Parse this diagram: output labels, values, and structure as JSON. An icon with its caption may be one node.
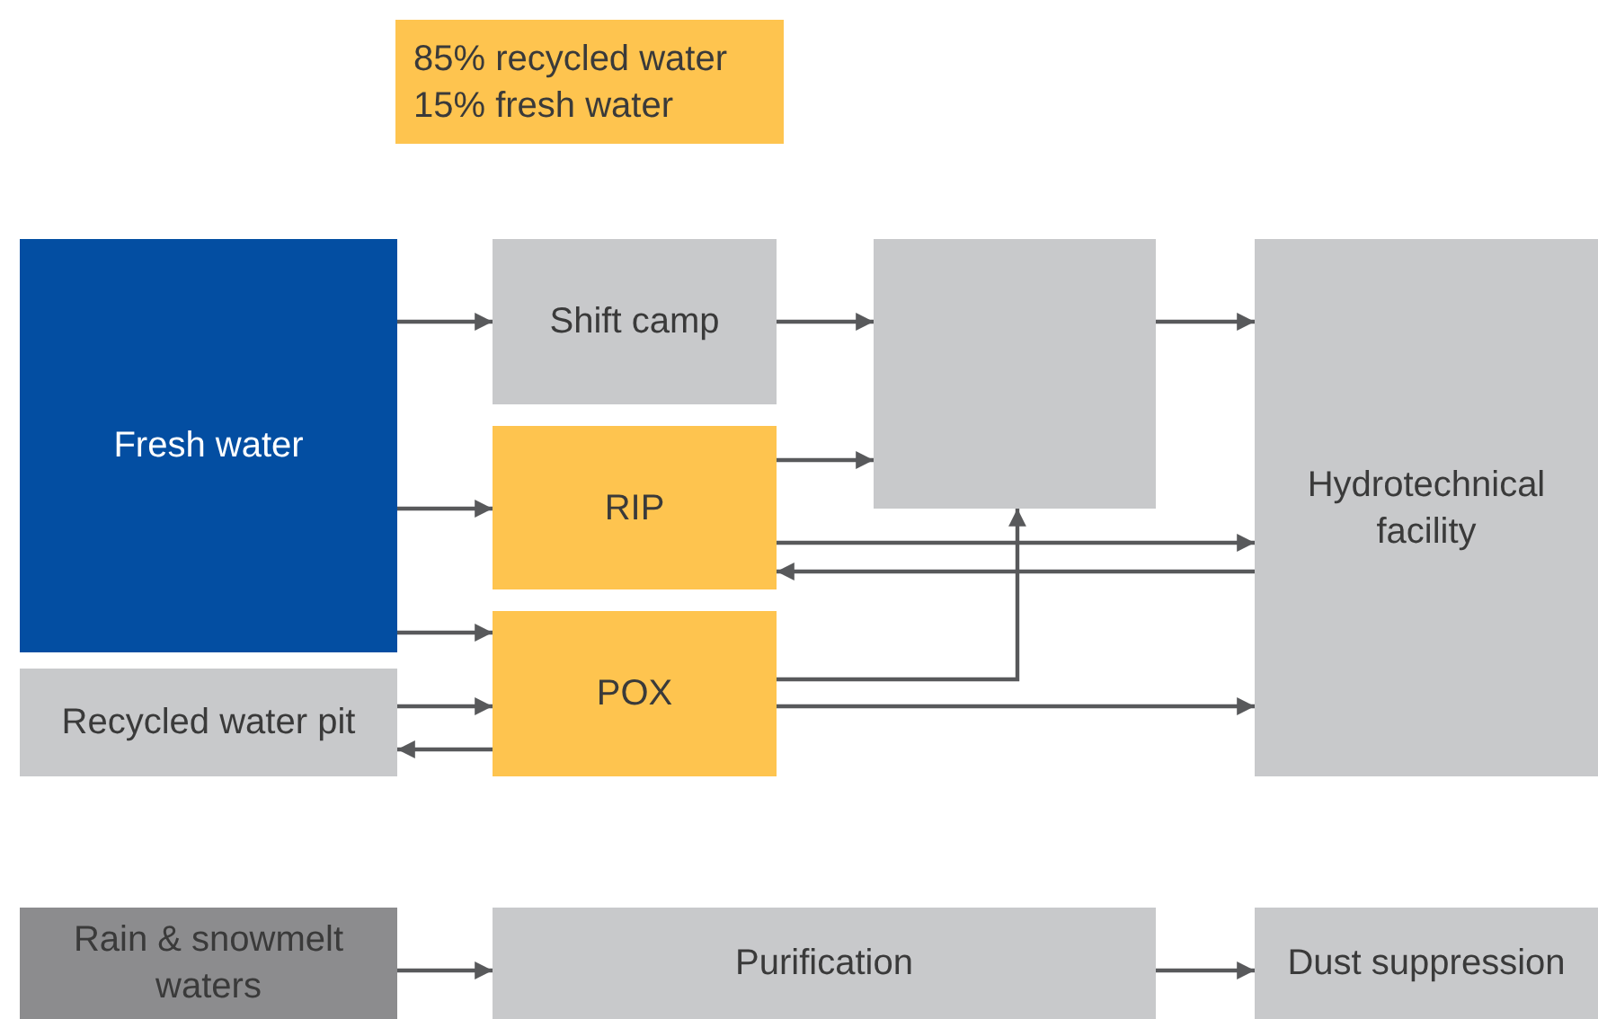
{
  "diagram": {
    "nodes": [
      {
        "text": [
          "85% recycled water",
          "15% fresh water"
        ]
      },
      {
        "text": [
          "Fresh water"
        ]
      },
      {
        "text": [
          "Shift camp"
        ]
      },
      {
        "text": [],
        "shape": "box"
      },
      {
        "text": [
          "Hydrotechnical facility"
        ]
      },
      {
        "text": [
          "RIP"
        ]
      },
      {
        "text": [
          "Recycled water pit"
        ]
      },
      {
        "text": [
          "POX"
        ]
      },
      {
        "text": [
          "Rain & snowmelt waters"
        ]
      },
      {
        "text": [
          "Purification"
        ]
      },
      {
        "text": [
          "Dust suppression"
        ]
      }
    ],
    "edges": [
      {
        "from": 1,
        "to": 2,
        "arrow": "to"
      },
      {
        "from": 1,
        "to": 5,
        "arrow": "to"
      },
      {
        "from": 1,
        "to": 7,
        "arrow": "to"
      },
      {
        "from": 6,
        "to": 7,
        "arrow": "to"
      },
      {
        "from": 7,
        "to": 6,
        "arrow": "to"
      },
      {
        "from": 2,
        "to": 3,
        "arrow": "to"
      },
      {
        "from": 5,
        "to": 3,
        "arrow": "to"
      },
      {
        "from": 3,
        "to": 4,
        "arrow": "to"
      },
      {
        "from": 5,
        "to": 4,
        "arrow": "to"
      },
      {
        "from": 4,
        "to": 5,
        "arrow": "to"
      },
      {
        "from": 7,
        "to": 3,
        "arrow": "to"
      },
      {
        "from": 7,
        "to": 4,
        "arrow": "to"
      },
      {
        "from": 8,
        "to": 9,
        "arrow": "to"
      },
      {
        "from": 9,
        "to": 10,
        "arrow": "to"
      }
    ]
  }
}
